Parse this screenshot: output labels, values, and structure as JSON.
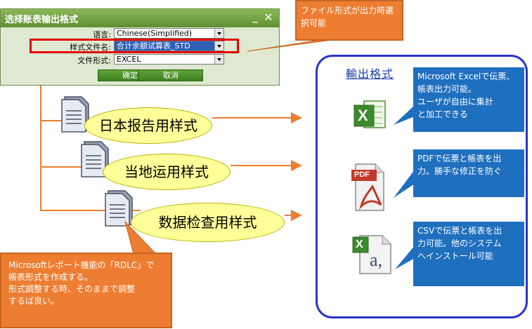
{
  "dialog": {
    "title": "选择账表输出格式",
    "minimize_glyph": "_",
    "close_glyph": "✕",
    "language_label": "语言:",
    "language_value": "Chinese(Simplified)",
    "template_label": "样式文件名:",
    "template_value": "合计余额试算表_STD",
    "format_label": "文件形式:",
    "format_value": "EXCEL",
    "ok_label": "确定",
    "cancel_label": "取消"
  },
  "top_callout": "ファイル形式が出力時選択可能",
  "styles": [
    {
      "label": "日本报告用样式"
    },
    {
      "label": "当地运用样式"
    },
    {
      "label": "数据检查用样式"
    }
  ],
  "bottom_callout": {
    "lines": [
      "Microsoftレポート機能の「RDLC」で",
      "帳表形式を作成する。",
      "形式調整する時、そのままで調整",
      "するば良い。"
    ]
  },
  "output_panel": {
    "title": "輸出格式",
    "formats": [
      {
        "icon": "excel-icon",
        "badge": "X",
        "callout_lines": [
          "Microsoft Excelで伝票、",
          "帳表出力可能。",
          "ユーザが自由に集計",
          "と加工できる"
        ]
      },
      {
        "icon": "pdf-icon",
        "badge": "PDF",
        "callout_lines": [
          "PDFで伝票と帳表を出",
          "力。勝手な修正を防ぐ"
        ]
      },
      {
        "icon": "csv-icon",
        "badge": "X",
        "badge2": "a,",
        "callout_lines": [
          "CSVで伝票と帳表を出",
          "力可能。他のシステム",
          "へインストール可能"
        ]
      }
    ]
  },
  "colors": {
    "orange": "#ed7d31",
    "callout_blue": "#1f6fbf",
    "panel_border": "#2a35c8",
    "ellipse_fill": "#ffff99",
    "highlight_red": "#e00000",
    "dialog_green": "#6f9e40"
  }
}
